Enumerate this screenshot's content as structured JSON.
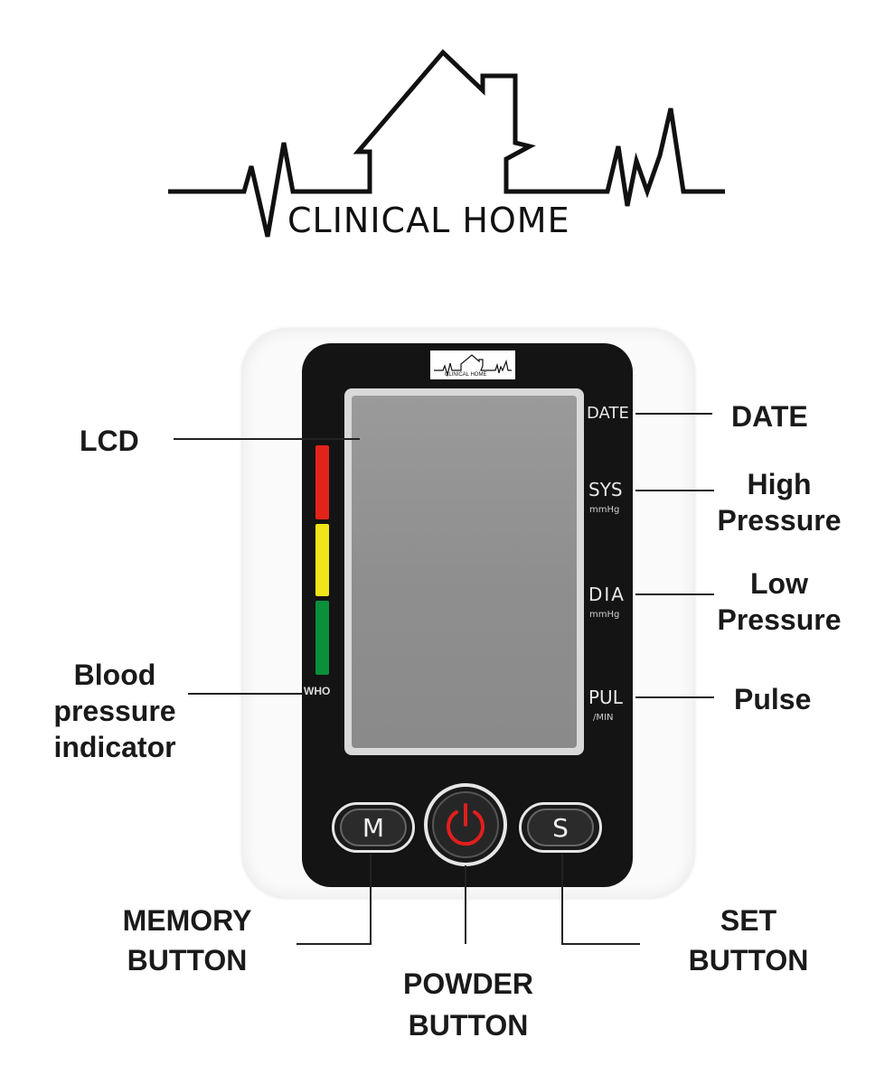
{
  "logo": {
    "brand": "CLINICAL HOME"
  },
  "device": {
    "screen_labels": {
      "date": "DATE",
      "sys": "SYS",
      "sys_unit": "mmHg",
      "dia": "DIA",
      "dia_unit": "mmHg",
      "pul": "PUL",
      "pul_unit": "/MIN",
      "who": "WHO"
    },
    "buttons": {
      "memory": "M",
      "set": "S"
    },
    "indicator_colors": {
      "high": "#e2231a",
      "mid": "#f1e418",
      "normal": "#0a8f3b"
    },
    "power_icon_color": "#e01e1e"
  },
  "callouts": {
    "lcd": "LCD",
    "date": "DATE",
    "high_pressure": [
      "High",
      "Pressure"
    ],
    "low_pressure": [
      "Low",
      "Pressure"
    ],
    "pulse": "Pulse",
    "bp_indicator": [
      "Blood",
      "pressure",
      "indicator"
    ],
    "memory_button": [
      "MEMORY",
      "BUTTON"
    ],
    "power_button": [
      "POWDER",
      "BUTTON"
    ],
    "set_button": [
      "SET",
      "BUTTON"
    ]
  }
}
